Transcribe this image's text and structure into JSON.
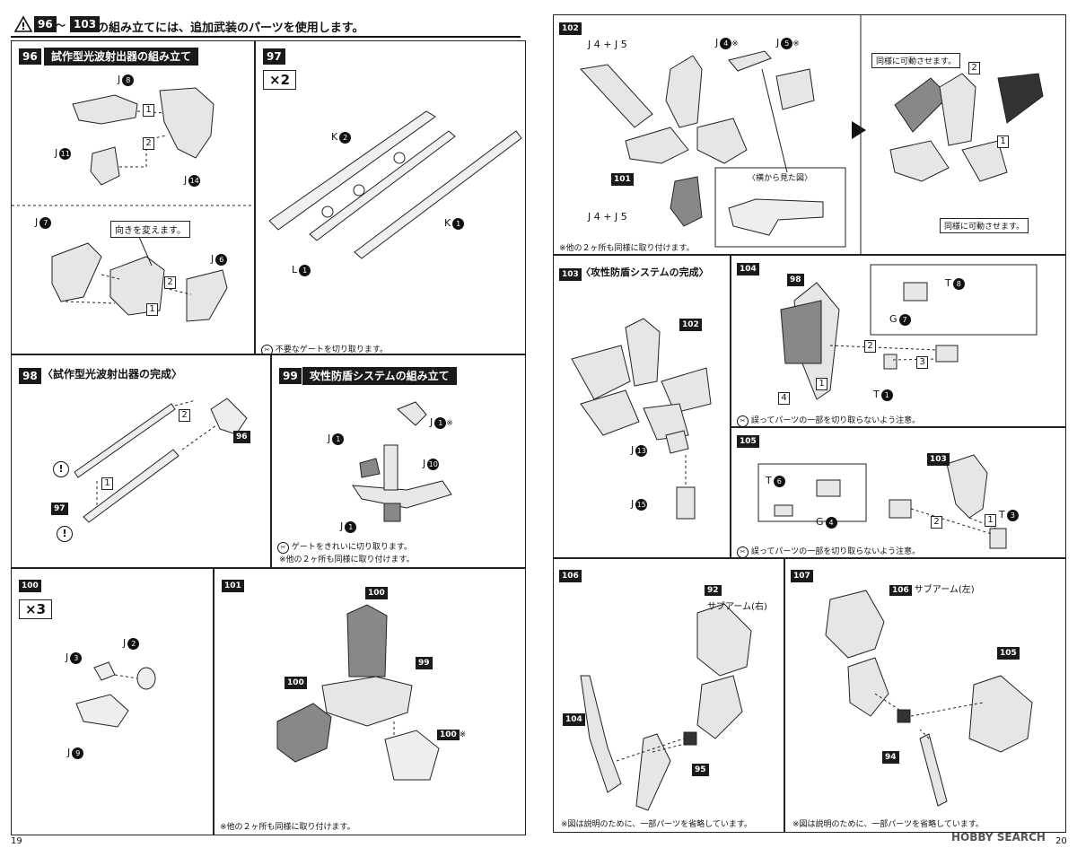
{
  "header": {
    "warning_icon": "warning-triangle-icon",
    "step_from": "96",
    "tilde": "〜",
    "step_to": "103",
    "text": "の組み立てには、追加武装のパーツを使用します。"
  },
  "pages": {
    "left": "19",
    "right": "20"
  },
  "s96": {
    "num": "96",
    "title": "試作型光波射出器の組み立て",
    "j8": "J",
    "n8": "8",
    "j11": "J",
    "n11": "11",
    "j14": "J",
    "n14": "14",
    "st1": "1",
    "st2": "2",
    "j7": "J",
    "n7": "7",
    "j6": "J",
    "n6": "6",
    "callout": "向きを変えます。",
    "st2b": "2",
    "st1b": "1"
  },
  "s97": {
    "num": "97",
    "mult": "×2",
    "k2": "K",
    "n2": "2",
    "k1": "K",
    "n1": "1",
    "l1": "L",
    "nl1": "1",
    "note": "不要なゲートを切り取ります。"
  },
  "s98": {
    "num": "98",
    "title": "〈試作型光波射出器の完成〉",
    "ref96": "96",
    "ref97": "97",
    "st1": "1",
    "st2": "2"
  },
  "s99": {
    "num": "99",
    "title": "攻性防盾システムの組み立て",
    "j1a": "J",
    "n1a": "1",
    "mark": "※",
    "j1b": "J",
    "n1b": "1",
    "j10": "J",
    "n10": "10",
    "j1c": "J",
    "n1c": "1",
    "note1": "ゲートをきれいに切り取ります。",
    "note2": "※他の２ヶ所も同様に取り付けます。"
  },
  "s100": {
    "num": "100",
    "mult": "×3",
    "j3": "J",
    "n3": "3",
    "j2": "J",
    "n2": "2",
    "j9": "J",
    "n9": "9"
  },
  "s101": {
    "num": "101",
    "r100a": "100",
    "r99": "99",
    "r100b": "100",
    "r100c": "100",
    "mark": "※",
    "note": "※他の２ヶ所も同様に取り付けます。"
  },
  "s102": {
    "num": "102",
    "top_left": "J 4 + J 5",
    "bot_left": "J 4 + J 5",
    "j4": "J",
    "n4": "4",
    "j5": "J",
    "n5": "5",
    "mark": "※",
    "r101": "101",
    "side_view": "〈横から見た図〉",
    "note": "※他の２ヶ所も同様に取り付けます。",
    "callout1": "同様に可動させます。",
    "callout2": "同様に可動させます。",
    "st1": "1",
    "st2": "2"
  },
  "s103": {
    "num": "103",
    "title": "〈攻性防盾システムの完成〉",
    "r102": "102",
    "j13": "J",
    "n13": "13",
    "j15": "J",
    "n15": "15"
  },
  "s104": {
    "num": "104",
    "r98": "98",
    "t8": "T",
    "n8": "8",
    "g7": "G",
    "ng7": "7",
    "t1": "T",
    "nt1": "1",
    "st1": "1",
    "st2": "2",
    "st3": "3",
    "st4": "4",
    "note": "誤ってパーツの一部を切り取らないよう注意。"
  },
  "s105": {
    "num": "105",
    "r103": "103",
    "t6": "T",
    "n6": "6",
    "g4": "G",
    "ng4": "4",
    "t3": "T",
    "nt3": "3",
    "st1": "1",
    "st2": "2",
    "note": "誤ってパーツの一部を切り取らないよう注意。"
  },
  "s106": {
    "num": "106",
    "r92": "92",
    "arm": "サブアーム(右)",
    "r104": "104",
    "r95": "95",
    "note": "※図は説明のために、一部パーツを省略しています。"
  },
  "s107": {
    "num": "107",
    "r106": "106",
    "arm": "サブアーム(左)",
    "r105": "105",
    "r94": "94",
    "note": "※図は説明のために、一部パーツを省略しています。"
  },
  "watermark": "HOBBY SEARCH",
  "colors": {
    "ink": "#1a1a1a",
    "part_fill": "#d9d9d9",
    "part_dark": "#7a7a7a"
  }
}
